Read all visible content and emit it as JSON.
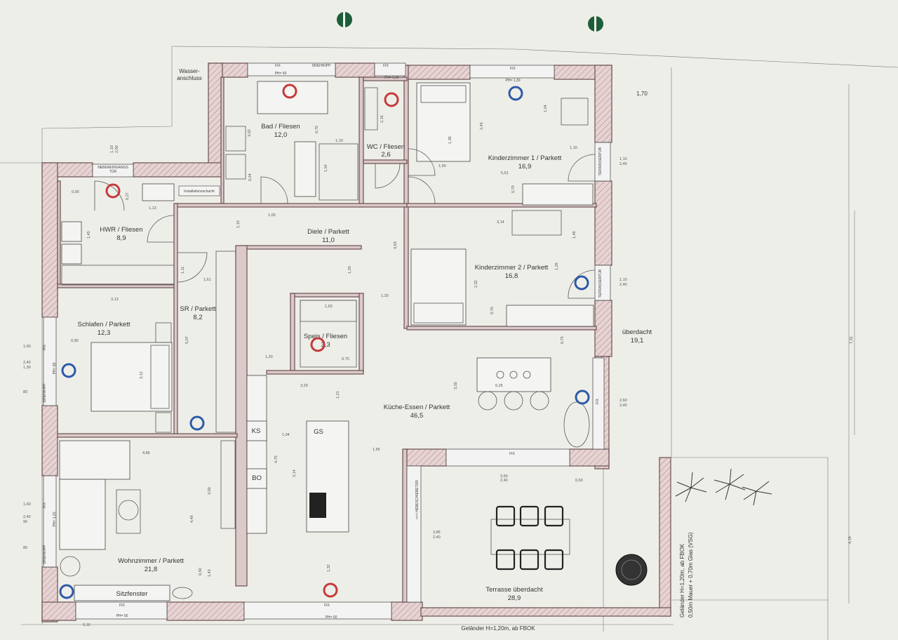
{
  "rooms": [
    {
      "key": "bad",
      "name": "Bad / Fliesen",
      "area": "12,0"
    },
    {
      "key": "wc",
      "name": "WC / Fliesen",
      "area": "2,6"
    },
    {
      "key": "kinder1",
      "name": "Kinderzimmer 1 / Parkett",
      "area": "16,9"
    },
    {
      "key": "hwr",
      "name": "HWR / Fliesen",
      "area": "8,9"
    },
    {
      "key": "diele",
      "name": "Diele / Parkett",
      "area": "11,0"
    },
    {
      "key": "kinder2",
      "name": "Kinderzimmer 2 / Parkett",
      "area": "16,8"
    },
    {
      "key": "schlafen",
      "name": "Schlafen / Parkett",
      "area": "12,3"
    },
    {
      "key": "sr",
      "name": "SR / Parkett",
      "area": "8,2"
    },
    {
      "key": "speis",
      "name": "Speis / Fliesen",
      "area": "3,3"
    },
    {
      "key": "ueberdacht",
      "name": "überdacht",
      "area": "19,1"
    },
    {
      "key": "kueche",
      "name": "Küche-Essen / Parkett",
      "area": "46,5"
    },
    {
      "key": "wohnzimmer",
      "name": "Wohnzimmer / Parkett",
      "area": "21,8"
    },
    {
      "key": "terrasse",
      "name": "Terrasse überdacht",
      "area": "28,9"
    }
  ],
  "labels": {
    "wasser": "Wasser-",
    "anschluss": "anschluss",
    "installationsschacht": "Installationsschacht",
    "nebeneingang": "NEBENEINGANGS",
    "tuer": "TÜR",
    "sitzfenster": "Sitzfenster",
    "ks": "KS",
    "bo": "BO",
    "gs": "GS",
    "fix": "FIX",
    "dreh_kipp": "DREH/KIPP",
    "terrassentuer": "TERRASSENTÜR",
    "hebeschiebetuer": "<<< HEBESCHIEBETÜR",
    "pm50": "PH= 50",
    "pm60": "PH= 60",
    "pm130": "PH= 1,30",
    "pm120": "PH= 1,20",
    "pm90": "PH= 90",
    "gelaender_bottom": "Geländer H=1,20m, ab FBOK",
    "gelaender_side1": "Geländer H=1,20m, ab FBOK",
    "gelaender_side2": "0,50m Mauer + 0,70m Glas (VSG)"
  },
  "dims": {
    "d170": "1,70",
    "d731": "7,31",
    "d415": "4,15",
    "d110a": "1,10",
    "d240a": "2,40",
    "d110b": "1,10",
    "d240b": "2,40",
    "d260": "2,60",
    "d240c": "2,40",
    "d350": "3,50",
    "d240d": "2,40",
    "d060": "0,60",
    "d385": "3,85",
    "d240e": "2,40",
    "d160a": "1,60",
    "d240f": "2,40",
    "d130": "1,30",
    "d80a": "80",
    "d160b": "1,60",
    "d240g": "2,40",
    "d90": "90",
    "d80b": "80",
    "d110c": "1,10",
    "d200": "2,00",
    "d302": "3,02",
    "d070": "0,70",
    "d110d": "1,10",
    "d154": "1,54",
    "d024": "0,24",
    "d216": "2,16",
    "d245": "2,45",
    "d136": "1,36",
    "d150": "1,50",
    "d154b": "1,54",
    "d561": "5,61",
    "d070b": "0,70",
    "d110e": "1,10",
    "d090": "0,90",
    "d027": "0,27",
    "d113": "1,13",
    "d145": "1,45",
    "d105": "1,05",
    "d110f": "1,10",
    "d463": "4,63",
    "d314": "3,14",
    "d146": "1,46",
    "d232": "2,32",
    "d128": "1,28",
    "d070c": "0,70",
    "d313": "3,13",
    "d090b": "0,90",
    "d312": "3,12",
    "d111": "1,11",
    "d161": "1,61",
    "d507": "5,07",
    "d163": "1,63",
    "d120a": "1,20",
    "d120b": "1,20",
    "d120c": "1,20",
    "d070d": "0,70",
    "d329": "3,29",
    "d121": "1,21",
    "d335": "3,35",
    "d525": "5,25",
    "d075": "0,75",
    "d155": "1,55",
    "d104": "1,04",
    "d475": "4,75",
    "d314b": "3,14",
    "d486": "4,86",
    "d449": "4,49",
    "d300": "3,00",
    "d050": "0,50",
    "d143": "1,43",
    "d132": "1,32",
    "d016": "0,16"
  },
  "markers": {
    "red": "#c63a3a",
    "blue": "#2d5aa8"
  }
}
